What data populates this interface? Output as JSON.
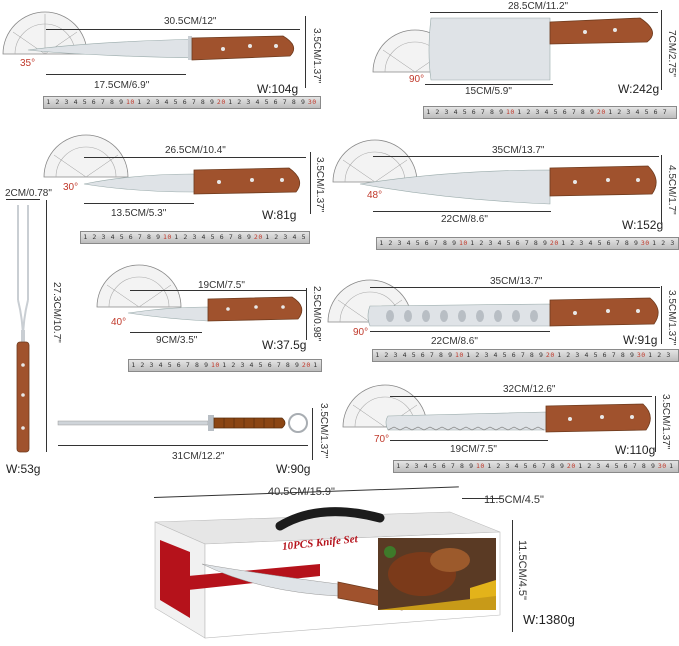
{
  "knives": [
    {
      "id": "slicer",
      "length": "30.5CM/12\"",
      "blade": "17.5CM/6.9\"",
      "height": "3.5CM/1.37\"",
      "weight": "W:104g",
      "angle": "35°"
    },
    {
      "id": "cleaver",
      "length": "28.5CM/11.2\"",
      "blade": "15CM/5.9\"",
      "height": "7CM/2.75\"",
      "weight": "W:242g",
      "angle": "90°"
    },
    {
      "id": "carving",
      "length": "26.5CM/10.4\"",
      "blade": "13.5CM/5.3\"",
      "height": "3.5CM/1.37\"",
      "weight": "W:81g",
      "angle": "30°"
    },
    {
      "id": "chef",
      "length": "35CM/13.7\"",
      "blade": "22CM/8.6\"",
      "height": "4.5CM/1.7\"",
      "weight": "W:152g",
      "angle": "48°"
    },
    {
      "id": "utility",
      "length": "19CM/7.5\"",
      "blade": "9CM/3.5\"",
      "height": "2.5CM/0.98\"",
      "weight": "W:37.5g",
      "angle": "40°"
    },
    {
      "id": "granton",
      "length": "35CM/13.7\"",
      "blade": "22CM/8.6\"",
      "height": "3.5CM/1.37\"",
      "weight": "W:91g",
      "angle": "90°"
    },
    {
      "id": "bread",
      "length": "32CM/12.6\"",
      "blade": "19CM/7.5\"",
      "height": "3.5CM/1.37\"",
      "weight": "W:110g",
      "angle": "70°"
    }
  ],
  "fork": {
    "width": "2CM/0.78\"",
    "length": "27.3CM/10.7\"",
    "weight": "W:53g"
  },
  "sharpener": {
    "length": "31CM/12.2\"",
    "height": "3.5CM/1.37\"",
    "weight": "W:90g"
  },
  "box": {
    "length": "40.5CM/15.9\"",
    "depth": "11.5CM/4.5\"",
    "height": "11.5CM/4.5\"",
    "weight": "W:1380g",
    "title": "10PCS Knife Set"
  },
  "ruler_numbers": [
    "1",
    "2",
    "3",
    "4",
    "5",
    "6",
    "7",
    "8",
    "9",
    "10",
    "1",
    "2",
    "3",
    "4",
    "5",
    "6",
    "7",
    "8",
    "9",
    "20",
    "1",
    "2",
    "3",
    "4",
    "5",
    "6",
    "7",
    "8",
    "9",
    "30"
  ],
  "colors": {
    "handle": "#a0522d",
    "blade": "#d8dde2",
    "angle": "#c0392b",
    "box_red": "#b5121b"
  }
}
